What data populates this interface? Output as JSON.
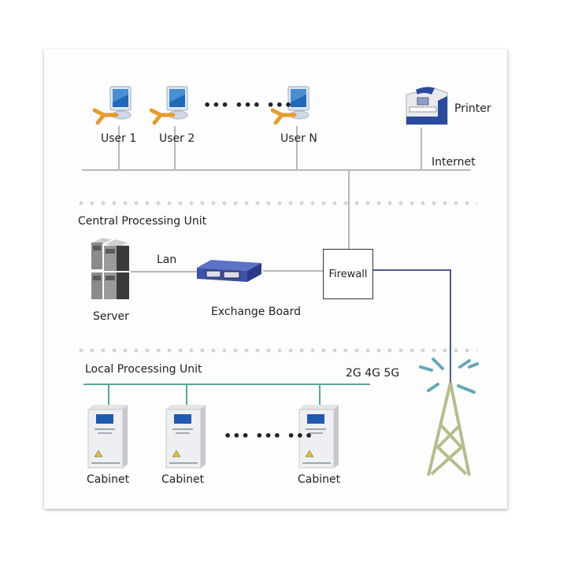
{
  "diagram": {
    "users": [
      {
        "label": "User 1"
      },
      {
        "label": "User 2"
      },
      {
        "label": "User N"
      }
    ],
    "users_ellipsis": "••• ••• •••",
    "printer_label": "Printer",
    "internet_label": "Internet",
    "central_section_title": "Central Processing Unit",
    "server_label": "Server",
    "lan_label": "Lan",
    "exchange_board_label": "Exchange Board",
    "firewall_label": "Firewall",
    "local_section_title": "Local Processing Unit",
    "wireless_label": "2G 4G 5G",
    "cabinets": [
      {
        "label": "Cabinet"
      },
      {
        "label": "Cabinet"
      },
      {
        "label": "Cabinet"
      }
    ],
    "cabinets_ellipsis": "••• ••• •••",
    "colors": {
      "wire_gray": "#b8b8b8",
      "wire_blue": "#4a5a9a",
      "wire_teal": "#5aa89a",
      "tower": "#b8bc8c",
      "signal": "#4a9aa8",
      "monitor_blue": "#1e6ab8",
      "connector_orange": "#e89a2a",
      "switch_blue": "#3a52a8"
    }
  }
}
